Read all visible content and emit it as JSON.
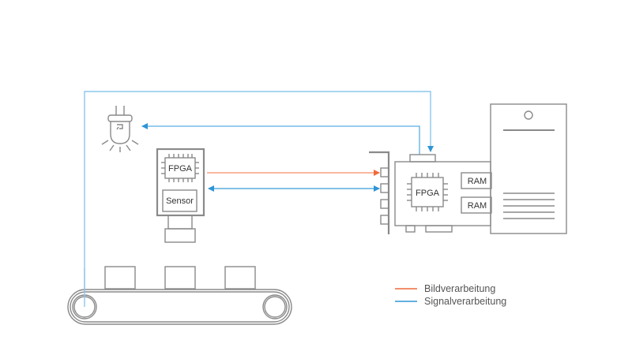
{
  "colors": {
    "image_processing": "#f06a3c",
    "signal_processing": "#2f95d6",
    "outline": "#8a8a8a"
  },
  "camera": {
    "fpga_label": "FPGA",
    "sensor_label": "Sensor"
  },
  "frame_grabber": {
    "fpga_label": "FPGA",
    "ram_labels": [
      "RAM",
      "RAM"
    ]
  },
  "legend": {
    "items": [
      {
        "label": "Bildverarbeitung",
        "color": "#f06a3c"
      },
      {
        "label": "Signalverarbeitung",
        "color": "#2f95d6"
      }
    ]
  },
  "icons": [
    "light-bulb-icon",
    "camera-icon",
    "fpga-chip-icon",
    "pc-tower-icon",
    "conveyor-belt-icon",
    "frame-grabber-card-icon"
  ]
}
